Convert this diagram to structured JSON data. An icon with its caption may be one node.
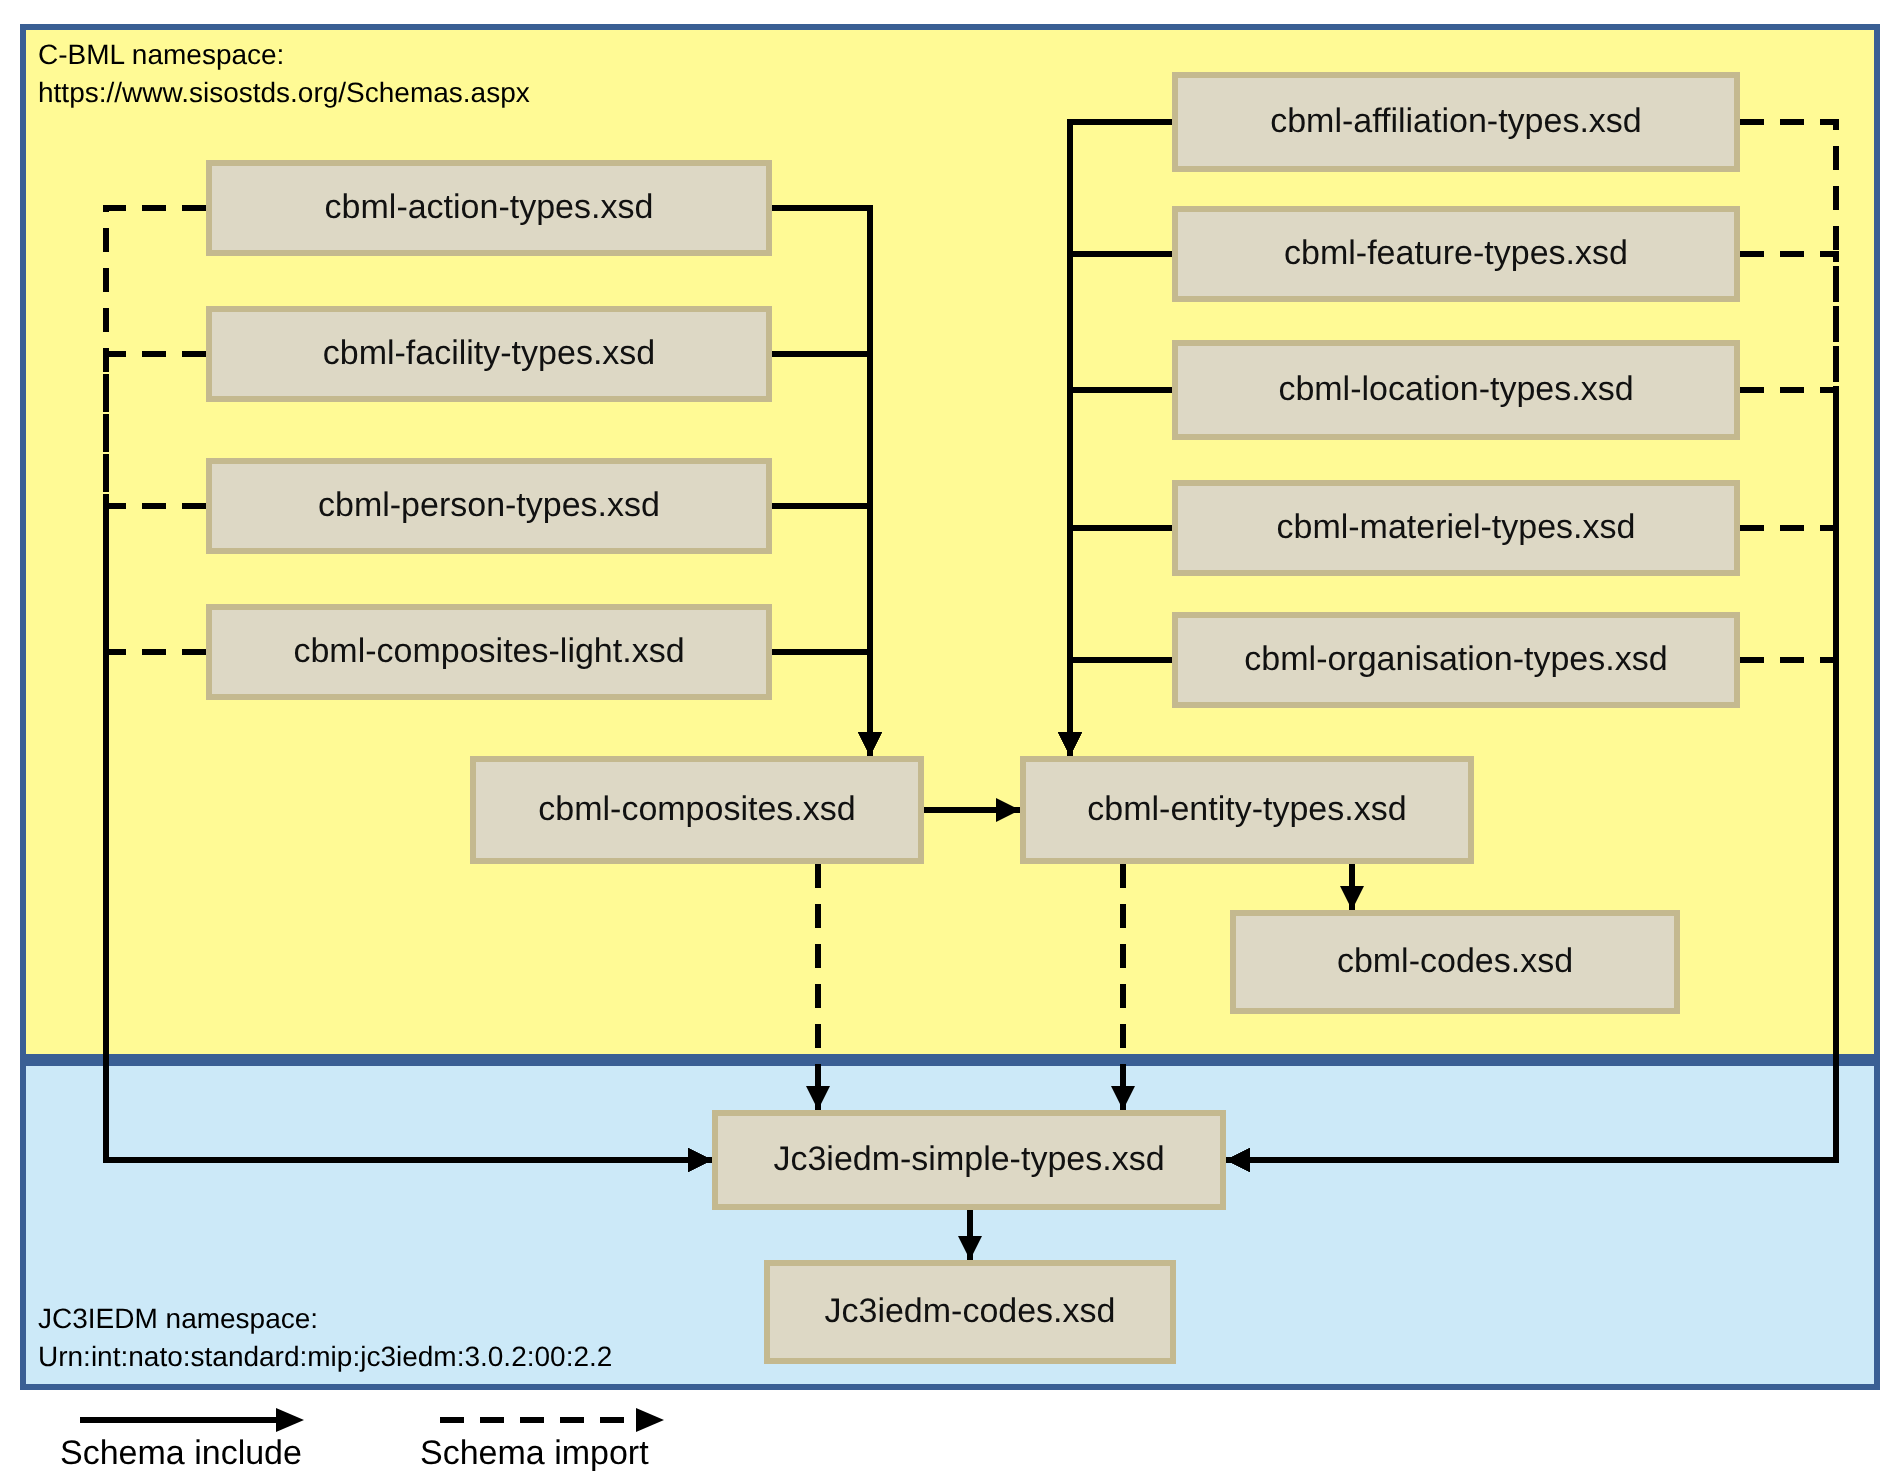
{
  "diagram": {
    "nodes": [
      {
        "text": [
          "C-BML namespace:",
          "https://www.sisostds.org/Schemas.aspx"
        ]
      },
      {
        "text": [
          "cbml-action-types.xsd"
        ],
        "in": 0
      },
      {
        "text": [
          "cbml-facility-types.xsd"
        ],
        "in": 0
      },
      {
        "text": [
          "cbml-person-types.xsd"
        ],
        "in": 0
      },
      {
        "text": [
          "cbml-composites-light.xsd"
        ],
        "in": 0
      },
      {
        "text": [
          "cbml-affiliation-types.xsd"
        ],
        "in": 0
      },
      {
        "text": [
          "cbml-feature-types.xsd"
        ],
        "in": 0
      },
      {
        "text": [
          "cbml-location-types.xsd"
        ],
        "in": 0
      },
      {
        "text": [
          "cbml-materiel-types.xsd"
        ],
        "in": 0
      },
      {
        "text": [
          "cbml-organisation-types.xsd"
        ],
        "in": 0
      },
      {
        "text": [
          "cbml-composites.xsd"
        ],
        "in": 0
      },
      {
        "text": [
          "cbml-entity-types.xsd"
        ],
        "in": 0
      },
      {
        "text": [
          "cbml-codes.xsd"
        ],
        "in": 0
      },
      {
        "text": [
          "JC3IEDM namespace:",
          "Urn:int:nato:standard:mip:jc3iedm:3.0.2:00:2.2"
        ]
      },
      {
        "text": [
          "Jc3iedm-simple-types.xsd"
        ],
        "in": 13
      },
      {
        "text": [
          "Jc3iedm-codes.xsd"
        ],
        "in": 13
      }
    ],
    "edges": [
      {
        "from": 1,
        "to": 10,
        "arrow": "to"
      },
      {
        "from": 2,
        "to": 10,
        "arrow": "to"
      },
      {
        "from": 3,
        "to": 10,
        "arrow": "to"
      },
      {
        "from": 4,
        "to": 10,
        "arrow": "to"
      },
      {
        "from": 5,
        "to": 11,
        "arrow": "to"
      },
      {
        "from": 6,
        "to": 11,
        "arrow": "to"
      },
      {
        "from": 7,
        "to": 11,
        "arrow": "to"
      },
      {
        "from": 8,
        "to": 11,
        "arrow": "to"
      },
      {
        "from": 9,
        "to": 11,
        "arrow": "to"
      },
      {
        "from": 10,
        "to": 11,
        "arrow": "to"
      },
      {
        "from": 11,
        "to": 12,
        "arrow": "to"
      },
      {
        "from": 1,
        "to": 14,
        "arrow": "to",
        "style": "dashed"
      },
      {
        "from": 2,
        "to": 14,
        "arrow": "to",
        "style": "dashed"
      },
      {
        "from": 3,
        "to": 14,
        "arrow": "to",
        "style": "dashed"
      },
      {
        "from": 4,
        "to": 14,
        "arrow": "to",
        "style": "dashed"
      },
      {
        "from": 10,
        "to": 14,
        "arrow": "to",
        "style": "dashed"
      },
      {
        "from": 11,
        "to": 14,
        "arrow": "to",
        "style": "dashed"
      },
      {
        "from": 5,
        "to": 14,
        "arrow": "to",
        "style": "dashed"
      },
      {
        "from": 6,
        "to": 14,
        "arrow": "to",
        "style": "dashed"
      },
      {
        "from": 7,
        "to": 14,
        "arrow": "to",
        "style": "dashed"
      },
      {
        "from": 8,
        "to": 14,
        "arrow": "to",
        "style": "dashed"
      },
      {
        "from": 9,
        "to": 14,
        "arrow": "to",
        "style": "dashed"
      },
      {
        "from": 14,
        "to": 15,
        "arrow": "to"
      }
    ],
    "legend": [
      {
        "text": "Schema include"
      },
      {
        "text": "Schema import"
      }
    ]
  }
}
